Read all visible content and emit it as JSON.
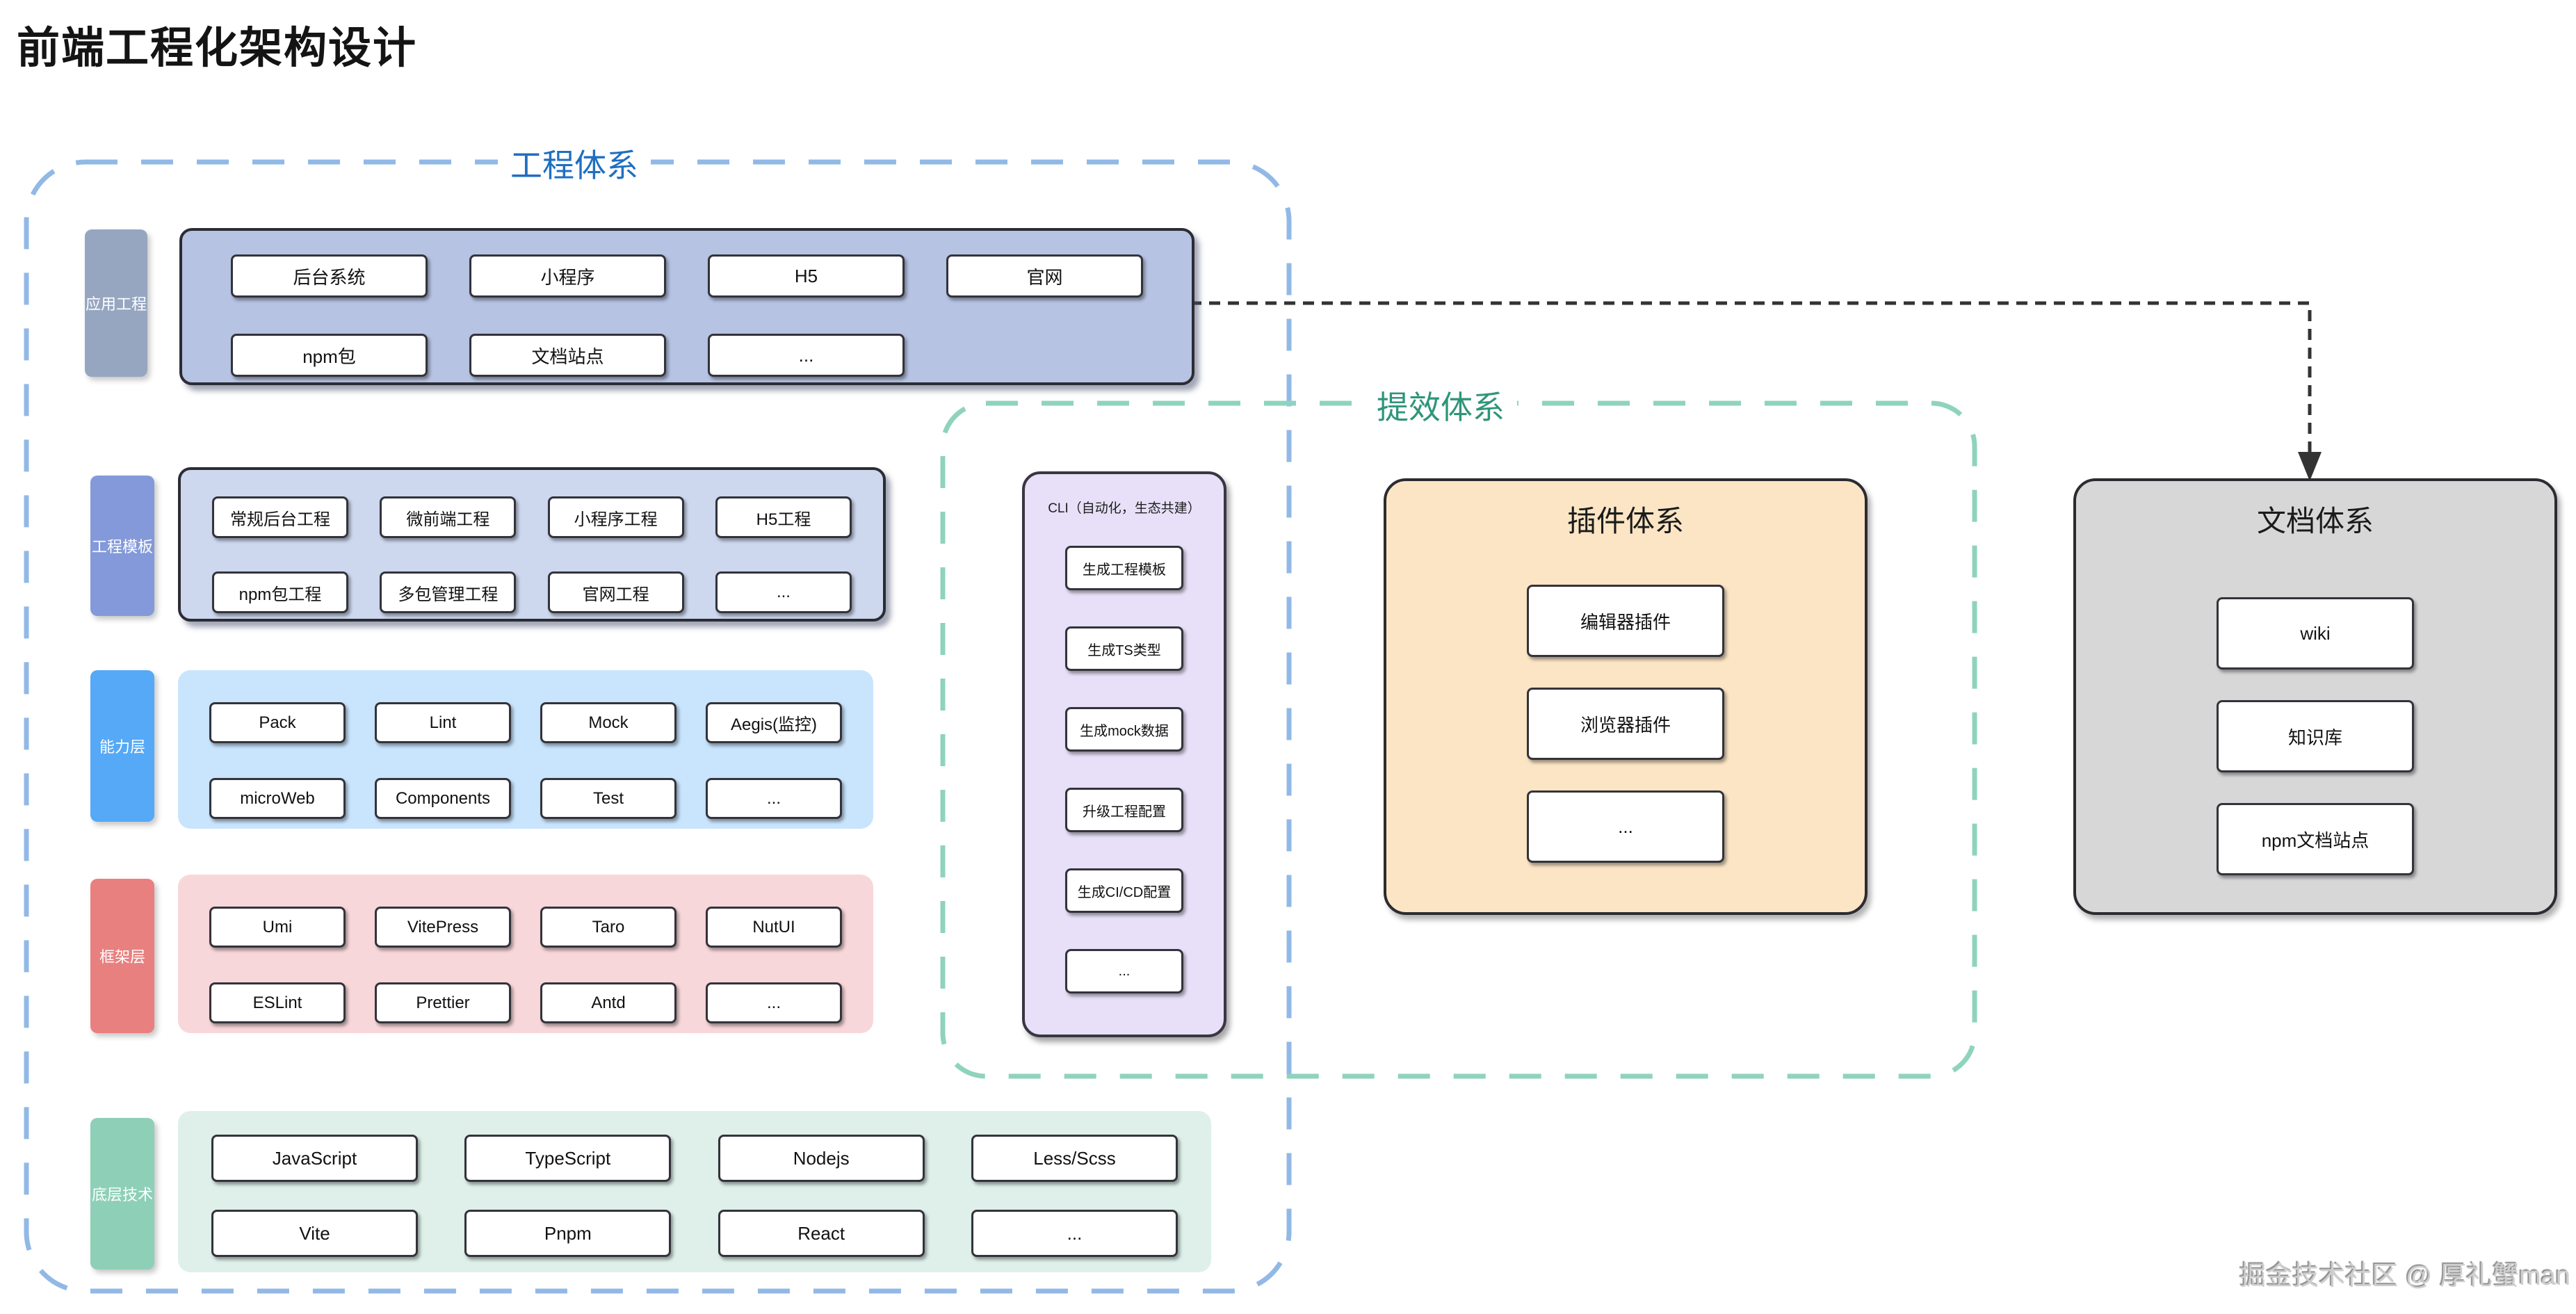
{
  "title": "前端工程化架构设计",
  "watermark": "掘金技术社区 @ 厚礼蟹man",
  "colors": {
    "eng_border": "#92b9e6",
    "eng_label": "#1f6fc0",
    "eff_border": "#8fd3bd",
    "eff_label": "#2f9579",
    "row_app_label": "#97a6c0",
    "row_app_bg": "#b6c3e3",
    "row_tpl_label": "#8399d9",
    "row_tpl_bg": "#cdd8ef",
    "row_cap_label": "#55a9f6",
    "row_cap_bg": "#c9e4fd",
    "row_fw_label": "#e8807f",
    "row_fw_bg": "#f8d7da",
    "row_base_label": "#8ecfb8",
    "row_base_bg": "#def0e9",
    "cli_bg": "#e7e0f8",
    "plugin_bg": "#fbe5c5",
    "doc_bg": "#d7d7d7",
    "arrow": "#333333"
  },
  "engineering": {
    "label": "工程体系",
    "rows": [
      {
        "label": "应用工程",
        "items": [
          "后台系统",
          "小程序",
          "H5",
          "官网",
          "npm包",
          "文档站点",
          "..."
        ]
      },
      {
        "label": "工程模板",
        "items": [
          "常规后台工程",
          "微前端工程",
          "小程序工程",
          "H5工程",
          "npm包工程",
          "多包管理工程",
          "官网工程",
          "..."
        ]
      },
      {
        "label": "能力层",
        "items": [
          "Pack",
          "Lint",
          "Mock",
          "Aegis(监控)",
          "microWeb",
          "Components",
          "Test",
          "..."
        ]
      },
      {
        "label": "框架层",
        "items": [
          "Umi",
          "VitePress",
          "Taro",
          "NutUI",
          "ESLint",
          "Prettier",
          "Antd",
          "..."
        ]
      },
      {
        "label": "底层技术",
        "items": [
          "JavaScript",
          "TypeScript",
          "Nodejs",
          "Less/Scss",
          "Vite",
          "Pnpm",
          "React",
          "..."
        ]
      }
    ]
  },
  "efficiency": {
    "label": "提效体系",
    "cli": {
      "title": "CLI（自动化，生态共建）",
      "items": [
        "生成工程模板",
        "生成TS类型",
        "生成mock数据",
        "升级工程配置",
        "生成CI/CD配置",
        "..."
      ]
    },
    "plugins": {
      "title": "插件体系",
      "items": [
        "编辑器插件",
        "浏览器插件",
        "..."
      ]
    }
  },
  "docs": {
    "title": "文档体系",
    "items": [
      "wiki",
      "知识库",
      "npm文档站点"
    ]
  }
}
